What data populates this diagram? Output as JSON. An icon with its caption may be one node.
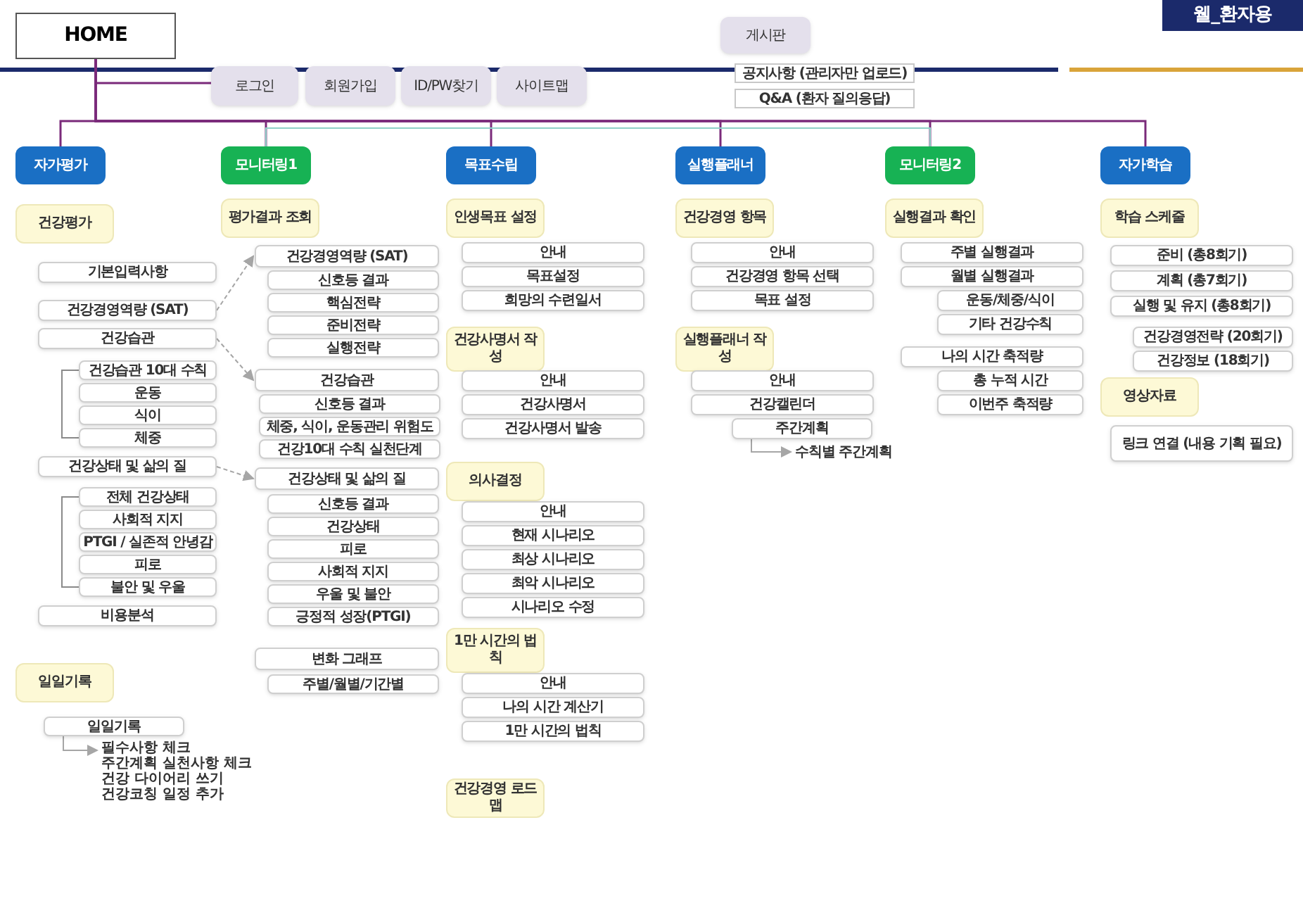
{
  "diagram": {
    "nodes": [
      {
        "text": [
          "HOME"
        ]
      },
      {
        "text": [
          "웰_환자용"
        ]
      },
      {
        "text": [
          "게시판"
        ]
      },
      {
        "text": [
          "공지사항 (관리자만 업로드)"
        ]
      },
      {
        "text": [
          "Q&A (환자 질의응답)"
        ]
      },
      {
        "text": [
          "로그인"
        ]
      },
      {
        "text": [
          "회원가입"
        ]
      },
      {
        "text": [
          "ID/PW찾기"
        ]
      },
      {
        "text": [
          "사이트맵"
        ]
      },
      {
        "text": [
          "자가평가"
        ]
      },
      {
        "text": [
          "모니터링1"
        ]
      },
      {
        "text": [
          "목표수립"
        ]
      },
      {
        "text": [
          "실행플래너"
        ]
      },
      {
        "text": [
          "모니터링2"
        ]
      },
      {
        "text": [
          "자가학습"
        ]
      },
      {
        "text": [
          "건강평가"
        ]
      },
      {
        "text": [
          "기본입력사항"
        ]
      },
      {
        "text": [
          "건강경영역량 (SAT)"
        ]
      },
      {
        "text": [
          "건강습관"
        ]
      },
      {
        "text": [
          "건강습관 10대 수칙"
        ]
      },
      {
        "text": [
          "운동"
        ]
      },
      {
        "text": [
          "식이"
        ]
      },
      {
        "text": [
          "체중"
        ]
      },
      {
        "text": [
          "건강상태 및 삶의 질"
        ]
      },
      {
        "text": [
          "전체 건강상태"
        ]
      },
      {
        "text": [
          "사회적 지지"
        ]
      },
      {
        "text": [
          "PTGI / 실존적 안녕감"
        ]
      },
      {
        "text": [
          "피로"
        ]
      },
      {
        "text": [
          "불안 및 우울"
        ]
      },
      {
        "text": [
          "비용분석"
        ]
      },
      {
        "text": [
          "일일기록"
        ]
      },
      {
        "text": [
          "일일기록"
        ]
      },
      {
        "text": [
          "필수사항 체크",
          "주간계획 실천사항 체크",
          "건강 다이어리 쓰기",
          "건강코칭 일정 추가"
        ]
      },
      {
        "text": [
          "평가결과 조회"
        ]
      },
      {
        "text": [
          "건강경영역량 (SAT)"
        ]
      },
      {
        "text": [
          "신호등 결과"
        ]
      },
      {
        "text": [
          "핵심전략"
        ]
      },
      {
        "text": [
          "준비전략"
        ]
      },
      {
        "text": [
          "실행전략"
        ]
      },
      {
        "text": [
          "건강습관"
        ]
      },
      {
        "text": [
          "신호등 결과"
        ]
      },
      {
        "text": [
          "체중, 식이, 운동관리 위험도"
        ]
      },
      {
        "text": [
          "건강10대 수칙 실천단계"
        ]
      },
      {
        "text": [
          "건강상태 및 삶의 질"
        ]
      },
      {
        "text": [
          "신호등 결과"
        ]
      },
      {
        "text": [
          "건강상태"
        ]
      },
      {
        "text": [
          "피로"
        ]
      },
      {
        "text": [
          "사회적 지지"
        ]
      },
      {
        "text": [
          "우울 및 불안"
        ]
      },
      {
        "text": [
          "긍정적 성장(PTGI)"
        ]
      },
      {
        "text": [
          "변화 그래프"
        ]
      },
      {
        "text": [
          "주별/월별/기간별"
        ]
      },
      {
        "text": [
          "인생목표 설정"
        ]
      },
      {
        "text": [
          "안내"
        ]
      },
      {
        "text": [
          "목표설정"
        ]
      },
      {
        "text": [
          "희망의 수련일서"
        ]
      },
      {
        "text": [
          "건강사명서 작성"
        ]
      },
      {
        "text": [
          "안내"
        ]
      },
      {
        "text": [
          "건강사명서"
        ]
      },
      {
        "text": [
          "건강사명서 발송"
        ]
      },
      {
        "text": [
          "의사결정"
        ]
      },
      {
        "text": [
          "안내"
        ]
      },
      {
        "text": [
          "현재 시나리오"
        ]
      },
      {
        "text": [
          "최상 시나리오"
        ]
      },
      {
        "text": [
          "최악 시나리오"
        ]
      },
      {
        "text": [
          "시나리오 수정"
        ]
      },
      {
        "text": [
          "1만 시간의 법칙"
        ]
      },
      {
        "text": [
          "안내"
        ]
      },
      {
        "text": [
          "나의 시간 계산기"
        ]
      },
      {
        "text": [
          "1만 시간의 법칙"
        ]
      },
      {
        "text": [
          "건강경영 로드맵"
        ]
      },
      {
        "text": [
          "건강경영 항목"
        ]
      },
      {
        "text": [
          "안내"
        ]
      },
      {
        "text": [
          "건강경영 항목 선택"
        ]
      },
      {
        "text": [
          "목표 설정"
        ]
      },
      {
        "text": [
          "실행플래너 작성"
        ]
      },
      {
        "text": [
          "안내"
        ]
      },
      {
        "text": [
          "건강캘린더"
        ]
      },
      {
        "text": [
          "주간계획"
        ]
      },
      {
        "text": [
          "수칙별 주간계획"
        ]
      },
      {
        "text": [
          "실행결과 확인"
        ]
      },
      {
        "text": [
          "주별 실행결과"
        ]
      },
      {
        "text": [
          "월별 실행결과"
        ]
      },
      {
        "text": [
          "운동/체중/식이"
        ]
      },
      {
        "text": [
          "기타 건강수칙"
        ]
      },
      {
        "text": [
          "나의 시간 축적량"
        ]
      },
      {
        "text": [
          "총 누적 시간"
        ]
      },
      {
        "text": [
          "이번주 축적량"
        ]
      },
      {
        "text": [
          "학습 스케줄"
        ]
      },
      {
        "text": [
          "준비 (총8회기)"
        ]
      },
      {
        "text": [
          "계획 (총7회기)"
        ]
      },
      {
        "text": [
          "실행 및 유지 (총8회기)"
        ]
      },
      {
        "text": [
          "건강경영전략 (20회기)"
        ]
      },
      {
        "text": [
          "건강정보 (18회기)"
        ]
      },
      {
        "text": [
          "영상자료"
        ]
      },
      {
        "text": [
          "링크 연결 (내용 기획 필요)"
        ]
      }
    ],
    "edges": [
      {
        "from": 0,
        "to": 9,
        "arrow": "none"
      },
      {
        "from": 0,
        "to": 10,
        "arrow": "none"
      },
      {
        "from": 0,
        "to": 11,
        "arrow": "none"
      },
      {
        "from": 0,
        "to": 12,
        "arrow": "none"
      },
      {
        "from": 0,
        "to": 13,
        "arrow": "none"
      },
      {
        "from": 0,
        "to": 14,
        "arrow": "none"
      },
      {
        "from": 0,
        "to": 5,
        "arrow": "none"
      },
      {
        "from": 10,
        "to": 13,
        "arrow": "none",
        "color": "#8fd0c8"
      },
      {
        "from": 17,
        "to": 34,
        "arrow": "to",
        "style": "dashed",
        "color": "#a6a6a6"
      },
      {
        "from": 18,
        "to": 39,
        "arrow": "to",
        "style": "dashed",
        "color": "#a6a6a6"
      },
      {
        "from": 23,
        "to": 43,
        "arrow": "to",
        "style": "dashed",
        "color": "#a6a6a6"
      },
      {
        "from": 31,
        "to": 32,
        "arrow": "to",
        "color": "#a6a6a6"
      },
      {
        "from": 78,
        "to": 79,
        "arrow": "to",
        "color": "#a6a6a6"
      }
    ]
  }
}
